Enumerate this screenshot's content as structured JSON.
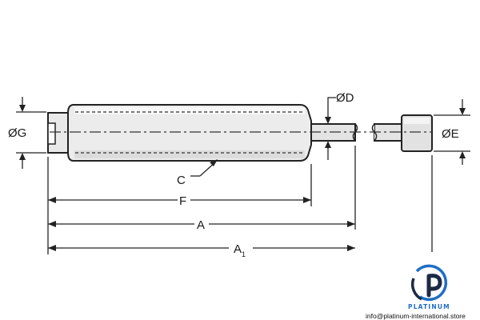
{
  "diagram": {
    "labels": {
      "dim_g": "ØG",
      "dim_d": "ØD",
      "dim_e": "ØE",
      "dim_c": "C",
      "dim_f": "F",
      "dim_a": "A",
      "dim_a1_main": "A",
      "dim_a1_sub": "1"
    }
  },
  "watermark": {
    "brand": "PLATINUM",
    "website": "info@platinum-international.store",
    "colors": {
      "blue": "#1d6fc4",
      "dark": "#1c2a44"
    }
  }
}
